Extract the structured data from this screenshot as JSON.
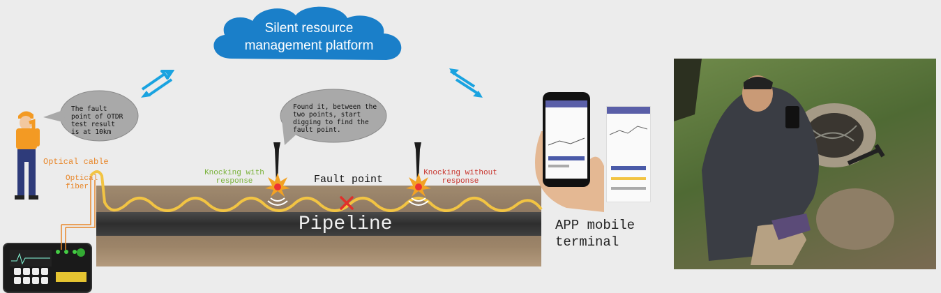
{
  "cloud": {
    "line1": "Silent resource",
    "line2": "management platform"
  },
  "bubble_left": {
    "text": "The fault\npoint of OTDR\n test result\n is  at 10km"
  },
  "bubble_center": {
    "text": "Found it, between the\n two points, start\n digging to find the\n fault point."
  },
  "labels": {
    "optical_cable": "Optical cable",
    "optical_fiber_1": "Optical",
    "optical_fiber_2": "fiber",
    "knock_with_1": "Knocking with",
    "knock_with_2": "response",
    "knock_without_1": "Knocking without",
    "knock_without_2": "response",
    "fault_point": "Fault point",
    "pipeline": "Pipeline",
    "app_line1": "APP mobile",
    "app_line2": "terminal"
  },
  "colors": {
    "cloud": "#1a7fc9",
    "arrows": "#1aa3e0",
    "cable": "#f2c443",
    "fault_mark": "#e0302b",
    "pipeline": "#3a3a3a",
    "worker_vest": "#f39a23"
  }
}
